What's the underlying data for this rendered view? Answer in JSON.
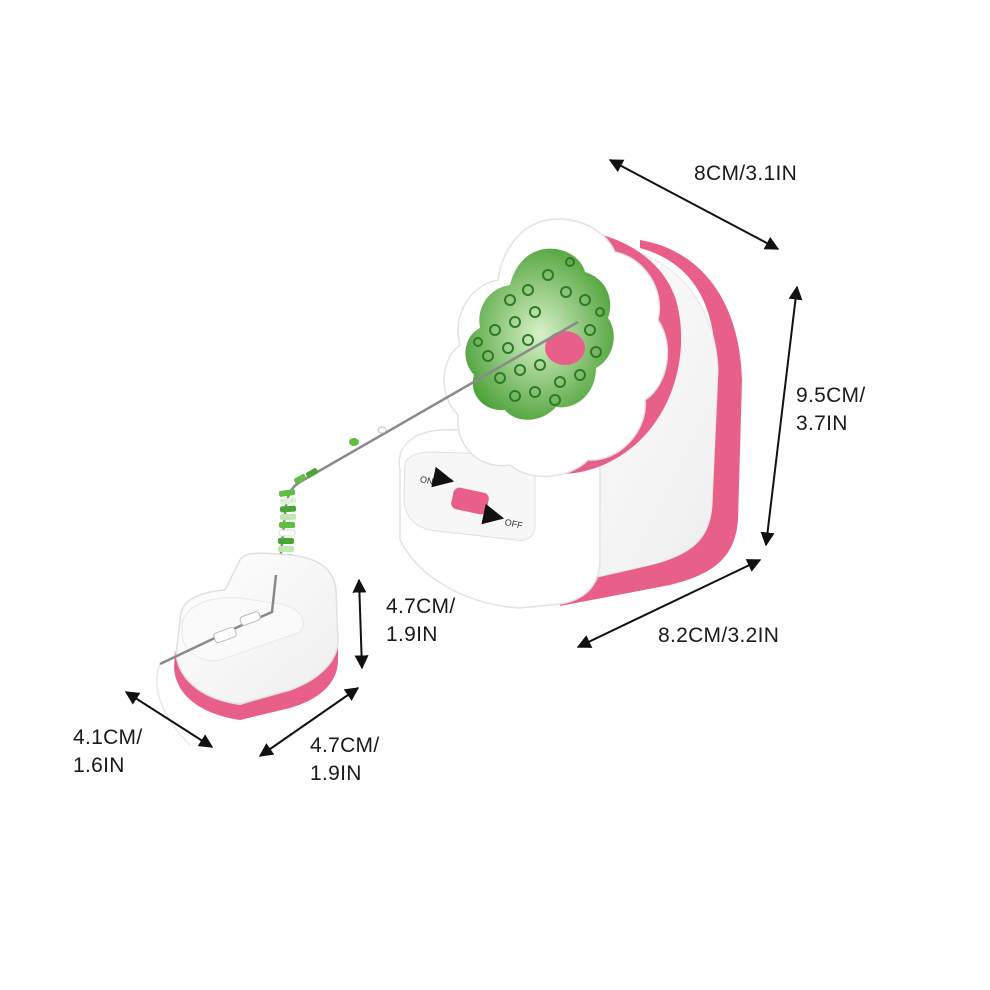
{
  "product": {
    "switch": {
      "on_label": "ON",
      "off_label": "OFF"
    },
    "colors": {
      "body": "#ffffff",
      "accent": "#e8608a",
      "beads": "#6cc24a",
      "shadow": "#e4e4e4"
    }
  },
  "dimensions": {
    "top_width": "8CM/3.1IN",
    "height_line1": "9.5CM/",
    "height_line2": "3.7IN",
    "base_depth": "8.2CM/3.2IN",
    "stand_height_line1": "4.7CM/",
    "stand_height_line2": "1.9IN",
    "stand_width_line1": "4.7CM/",
    "stand_width_line2": "1.9IN",
    "stand_depth_line1": "4.1CM/",
    "stand_depth_line2": "1.6IN"
  }
}
